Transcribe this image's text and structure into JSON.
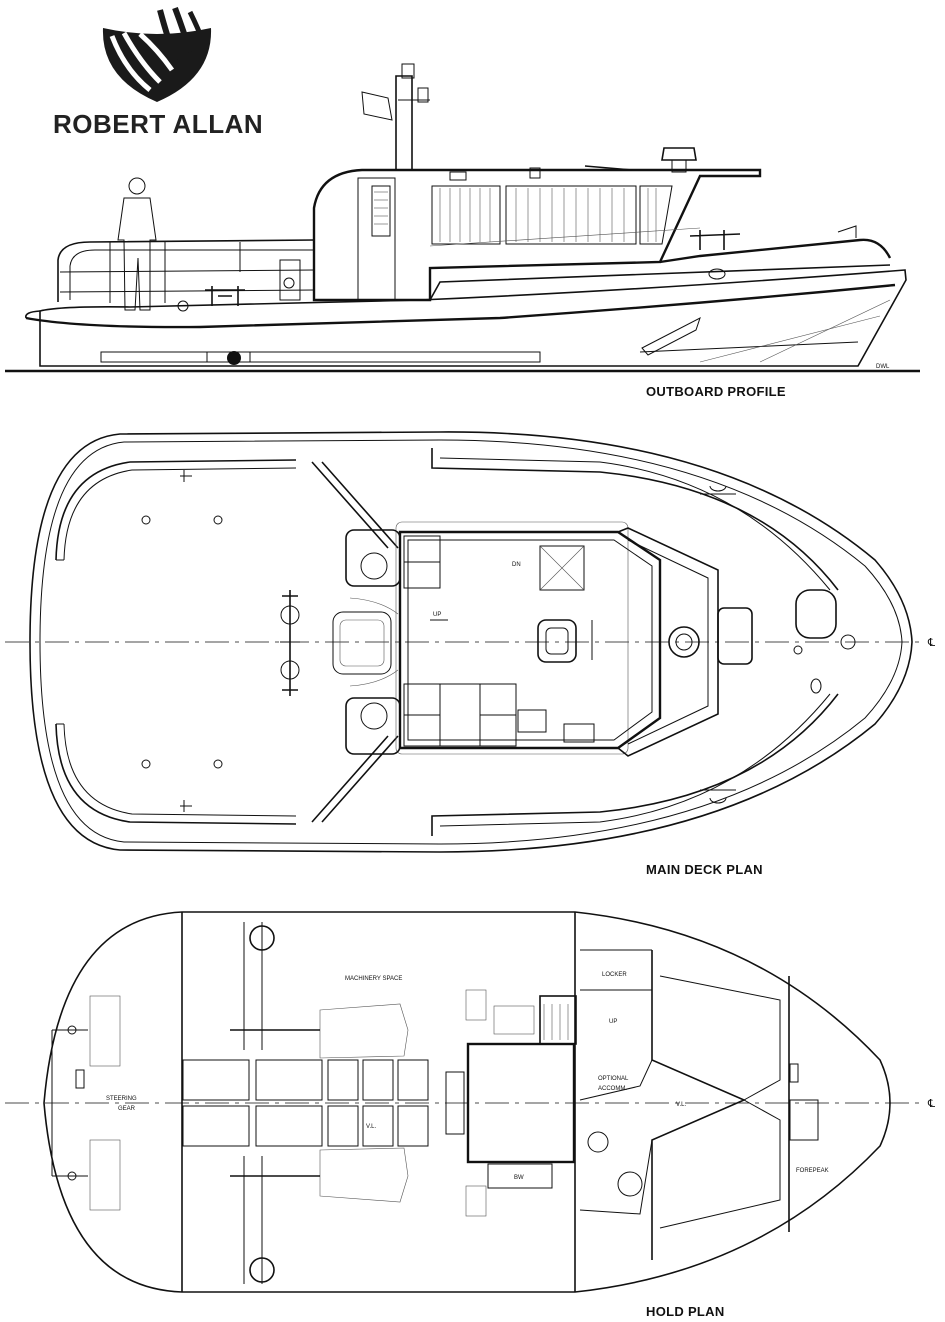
{
  "brand": {
    "name": "ROBERT ALLAN",
    "logo_icon": "robert-allan-shield-logo"
  },
  "views": {
    "outboard_profile": {
      "title": "OUTBOARD PROFILE",
      "dwl_label": "DWL"
    },
    "main_deck_plan": {
      "title": "MAIN DECK PLAN",
      "labels": {
        "down": "DN",
        "up": "UP"
      },
      "centerline_symbol": "℄"
    },
    "hold_plan": {
      "title": "HOLD PLAN",
      "labels": {
        "machinery_space": "MACHINERY SPACE",
        "steering_gear_1": "STEERING",
        "steering_gear_2": "GEAR",
        "locker": "LOCKER",
        "up": "UP",
        "optional_accomm_1": "OPTIONAL",
        "optional_accomm_2": "ACCOMM.",
        "void_1": "V.L.",
        "void_2": "V.L.",
        "bw": "BW",
        "forepeak": "FOREPEAK"
      },
      "centerline_symbol": "℄"
    }
  },
  "colors": {
    "ink": "#111111",
    "paper": "#ffffff"
  }
}
